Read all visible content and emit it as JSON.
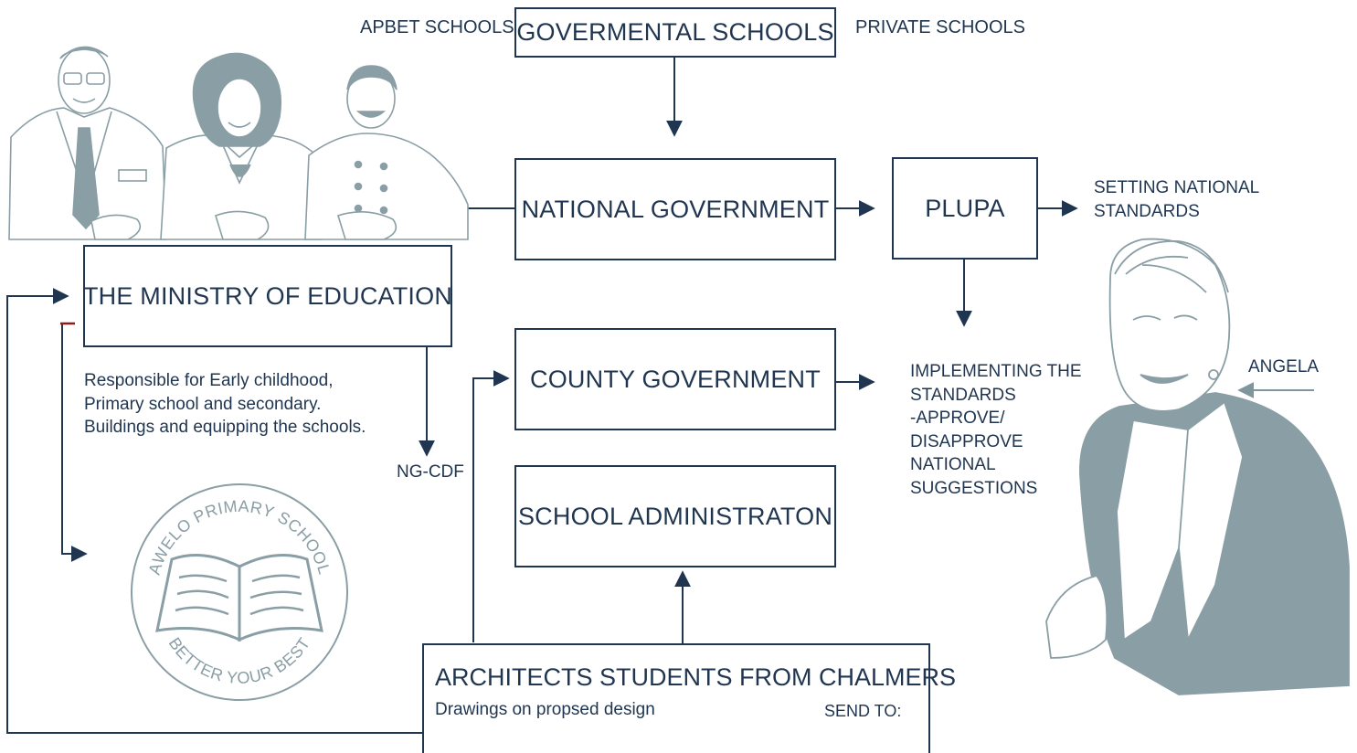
{
  "top": {
    "left_label": "APBET SCHOOLS",
    "center_box": "GOVERMENTAL SCHOOLS",
    "right_label": "PRIVATE SCHOOLS"
  },
  "boxes": {
    "national": "NATIONAL GOVERNMENT",
    "plupa": "PLUPA",
    "ministry": "THE MINISTRY OF EDUCATION",
    "county": "COUNTY GOVERNMENT",
    "school_admin": "SCHOOL ADMINISTRATON",
    "architects": "ARCHITECTS STUDENTS FROM CHALMERS"
  },
  "plupa_note": [
    "SETTING NATIONAL",
    "STANDARDS"
  ],
  "implement_note": [
    "IMPLEMENTING THE",
    "STANDARDS",
    "-APPROVE/",
    "DISAPPROVE",
    "NATIONAL",
    "SUGGESTIONS"
  ],
  "ministry_note": [
    "Responsible for Early childhood,",
    "Primary school and secondary.",
    "Buildings and equipping the schools."
  ],
  "ngcdf": "NG-CDF",
  "architects_sub": {
    "left": "Drawings on propsed design",
    "right": "SEND TO:"
  },
  "angela": "ANGELA",
  "stamp": {
    "top_text": "AWELO PRIMARY SCHOOL",
    "bottom_text": "BETTER YOUR BEST"
  },
  "colors": {
    "ink": "#1f3550",
    "illustration": "#8a9ea5",
    "accent_red": "#8b1d1d"
  }
}
